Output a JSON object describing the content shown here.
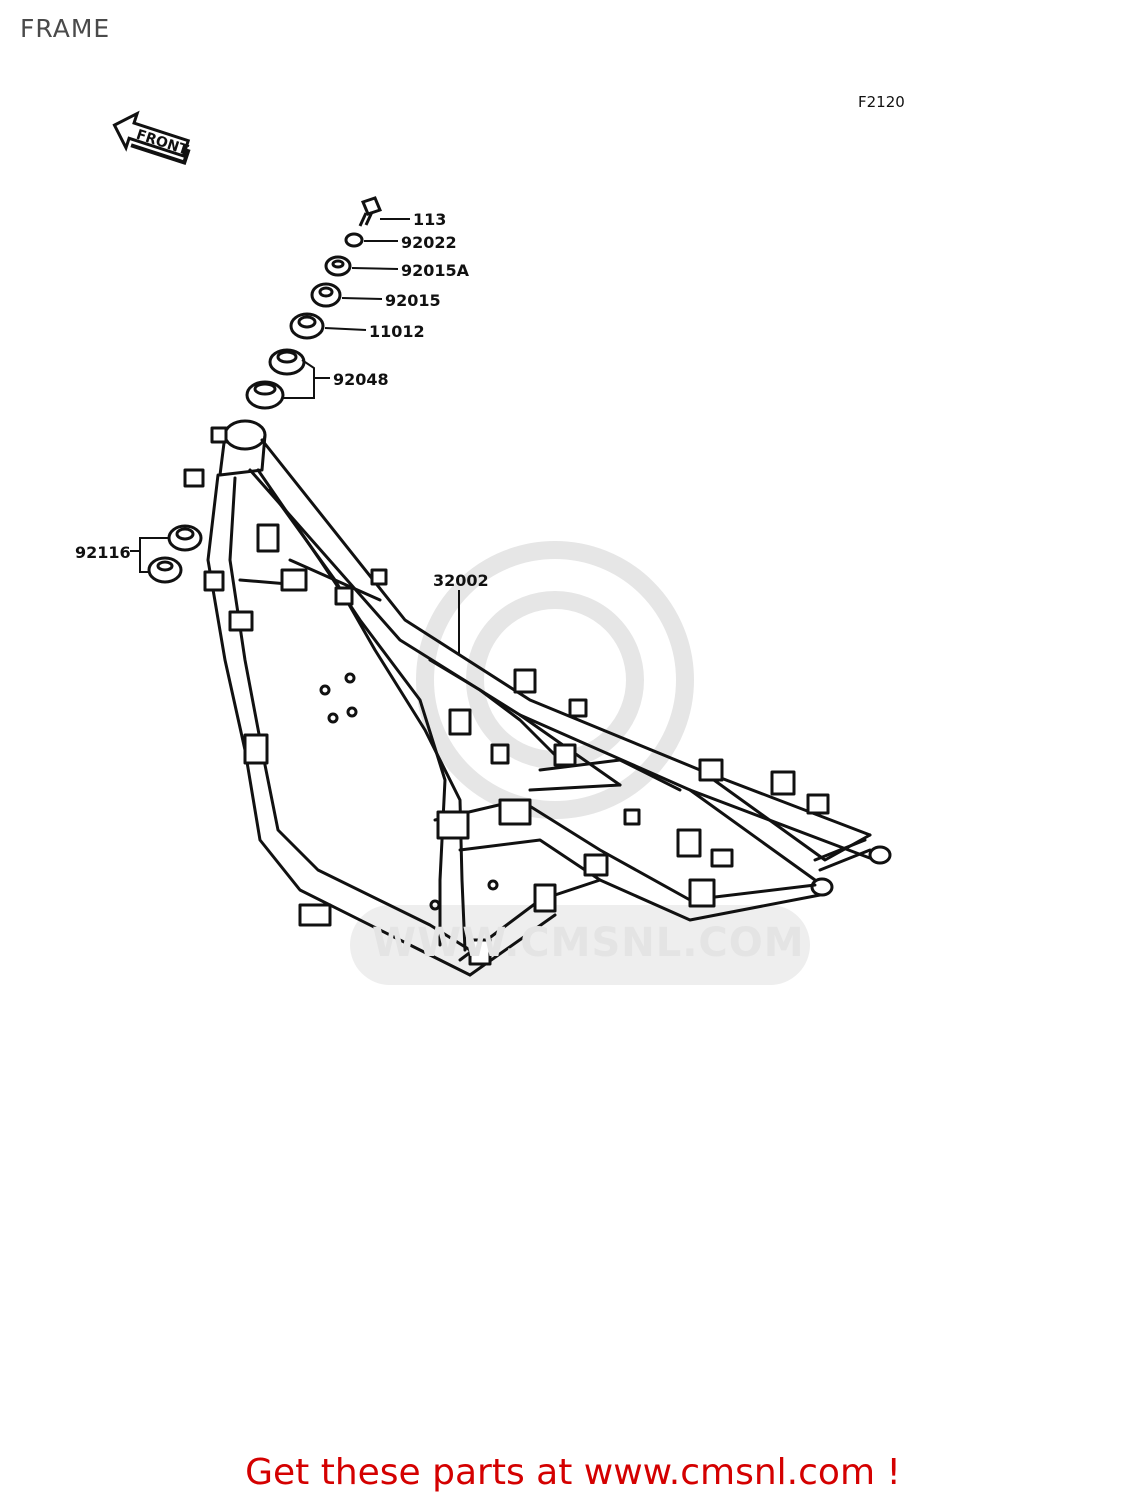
{
  "header": {
    "title": "FRAME"
  },
  "diagram": {
    "code": "F2120",
    "front_label": "FRONT",
    "watermark": "WWW.CMSNL.COM",
    "parts": [
      {
        "id": "113"
      },
      {
        "id": "92022"
      },
      {
        "id": "92015A"
      },
      {
        "id": "92015"
      },
      {
        "id": "11012"
      },
      {
        "id": "92048"
      },
      {
        "id": "92116"
      },
      {
        "id": "32002"
      }
    ]
  },
  "footer": {
    "cta": "Get these parts at www.cmsnl.com !"
  },
  "colors": {
    "cta": "#d40000",
    "line": "#111111",
    "watermark": "#e4e4e4"
  }
}
